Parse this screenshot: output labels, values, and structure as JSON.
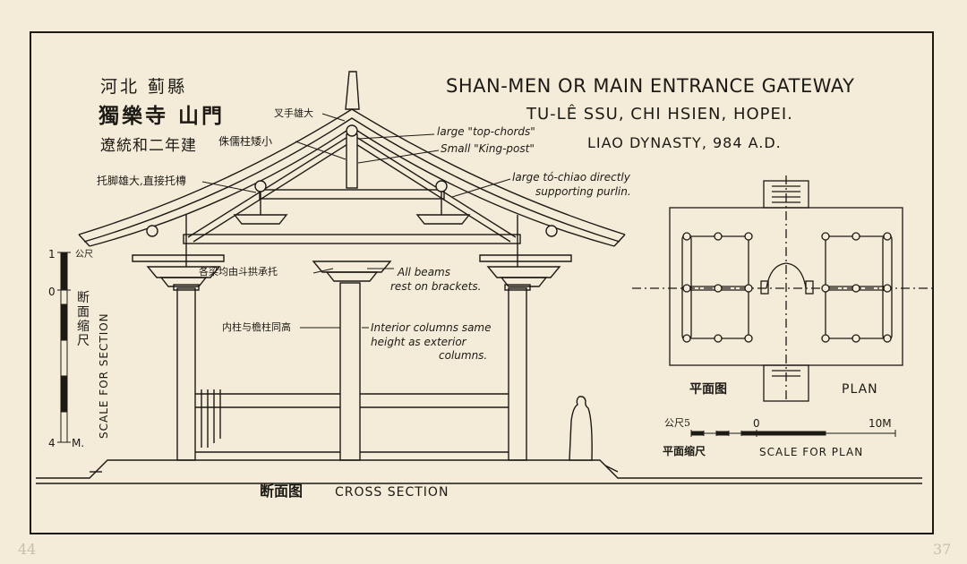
{
  "chinese_title": {
    "line1": "河北 蓟縣",
    "line2": "獨樂寺 山門",
    "line3": "遼統和二年建"
  },
  "english_title": {
    "line1": "SHAN-MEN OR MAIN ENTRANCE GATEWAY",
    "line2": "TU-LÊ SSU, CHI HSIEN, HOPEI.",
    "line3": "LIAO DYNASTY, 984 A.D."
  },
  "annotations": {
    "cha_shou": "叉手雄大",
    "zhu_ru": "侏儒柱矮小",
    "tuo_jiao": "托脚雄大,直接托槫",
    "top_chords": "large \"top-chords\"",
    "king_post": "Small \"King-post\"",
    "to_chiao_1": "large tó-chiao directly",
    "to_chiao_2": "supporting purlin.",
    "beams_cn": "各梁均由斗拱承托",
    "beams_en_1": "All beams",
    "beams_en_2": "rest on brackets.",
    "columns_cn": "内柱与檐柱同高",
    "columns_en_1": "Interior columns same",
    "columns_en_2": "height as exterior",
    "columns_en_3": "columns."
  },
  "section_scale": {
    "top_value": "1",
    "top_unit": "公尺",
    "zero": "0",
    "bottom": "4",
    "bottom_unit": "M.",
    "cn_label": "断面缩尺",
    "en_label": "SCALE FOR SECTION"
  },
  "section_caption": {
    "cn": "断面图",
    "en": "CROSS SECTION"
  },
  "plan": {
    "cn_label": "平面图",
    "en_label": "PLAN",
    "scale_left": "公尺5",
    "scale_zero": "0",
    "scale_right": "10M",
    "scale_cn": "平面缩尺",
    "scale_en": "SCALE FOR PLAN"
  },
  "corners": {
    "left": "44",
    "right": "37"
  },
  "colors": {
    "paper": "#f4ecd8",
    "ink": "#1d1a16"
  }
}
